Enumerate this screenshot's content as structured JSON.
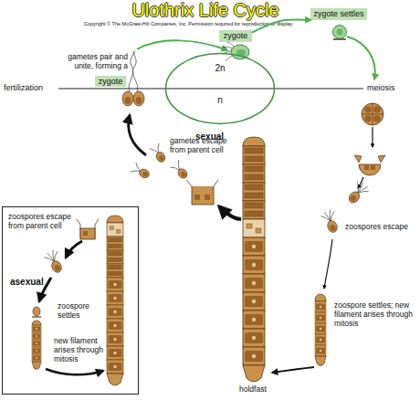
{
  "diagram": {
    "title": "Ulothrix Life Cycle",
    "nodes": [
      {
        "text": [
          "zygote"
        ]
      },
      {
        "text": [
          "zygote settles"
        ]
      },
      {
        "text": [
          "zygote"
        ]
      },
      {
        "text": [
          "2n",
          "n"
        ]
      },
      {
        "text": [
          "zoospores escape from parent cell",
          "asexual",
          "zoospore settles",
          "new filament arises through mitosis"
        ]
      }
    ],
    "edges": [
      {
        "from": 0,
        "to": 1,
        "arrow": "to"
      }
    ],
    "labels": [
      "Copyright © The McGraw-Hill Companies, Inc. Permission required for reproduction or display.",
      "gametes pair and unite, forming a",
      "fertilization",
      "meiosis",
      "sexual",
      "gametes escape from parent cell",
      "zoospores escape",
      "zoospore settles; new filament arises through mitosis",
      "holdfast"
    ]
  }
}
